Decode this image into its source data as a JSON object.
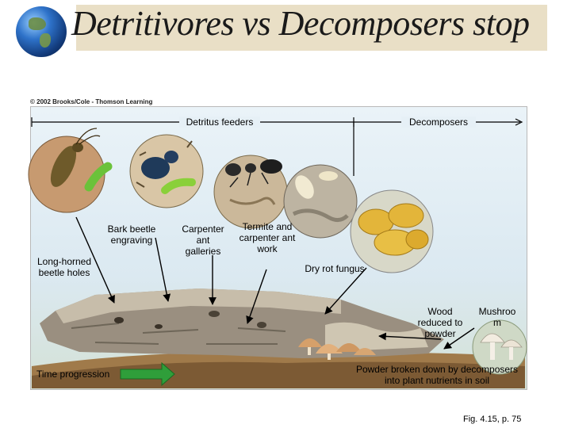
{
  "slide": {
    "title": "Detritivores vs Decomposers stop",
    "copyright": "© 2002 Brooks/Cole - Thomson Learning",
    "figure_ref": "Fig. 4.15, p. 75"
  },
  "diagram": {
    "group_labels": {
      "detritus_feeders": "Detritus feeders",
      "decomposers": "Decomposers"
    },
    "labels": {
      "long_horned": "Long-horned beetle holes",
      "bark_beetle": "Bark beetle engraving",
      "carpenter_ant": "Carpenter ant galleries",
      "termite": "Termite and carpenter ant work",
      "dry_rot": "Dry rot fungus",
      "wood_reduced": "Wood reduced to powder",
      "mushroom": "Mushroo m",
      "time_progression": "Time progression",
      "powder": "Powder broken down by decomposers into plant nutrients in soil"
    },
    "colors": {
      "time_arrow": "#2f9e3a",
      "log_wood": "#9a8f80",
      "soil": "#7c5a34",
      "fungus": "#e3b53a"
    }
  }
}
